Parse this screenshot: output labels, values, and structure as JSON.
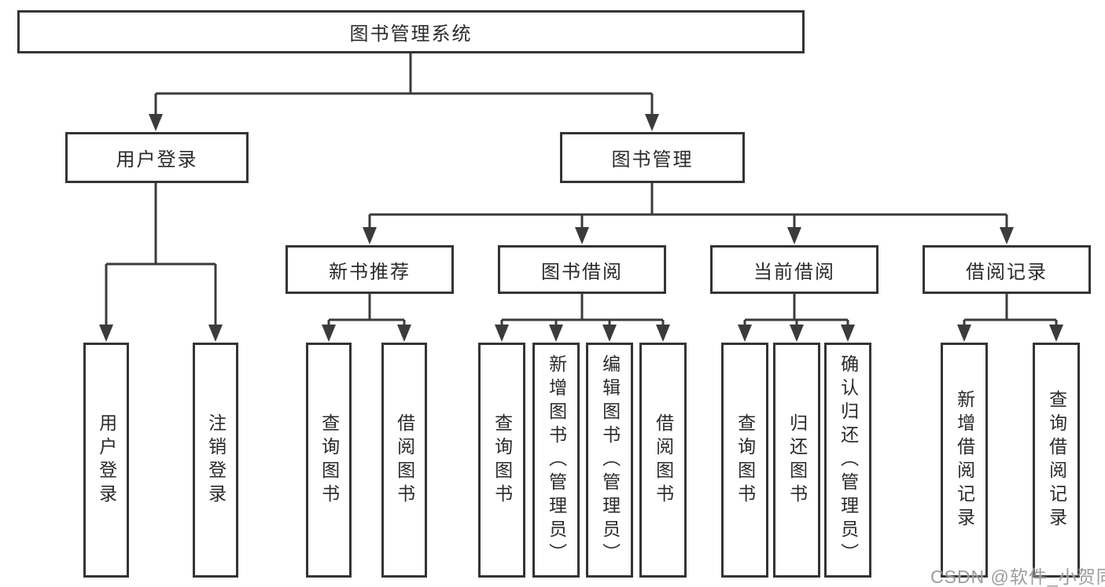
{
  "diagram": {
    "type": "hierarchy-flowchart",
    "root": {
      "label": "图书管理系统",
      "children": [
        {
          "label": "用户登录",
          "children": [
            {
              "label": "用户登录"
            },
            {
              "label": "注销登录"
            }
          ]
        },
        {
          "label": "图书管理",
          "children": [
            {
              "label": "新书推荐",
              "children": [
                {
                  "label": "查询图书"
                },
                {
                  "label": "借阅图书"
                }
              ]
            },
            {
              "label": "图书借阅",
              "children": [
                {
                  "label": "查询图书"
                },
                {
                  "label": "新增图书（管理员）"
                },
                {
                  "label": "编辑图书（管理员）"
                },
                {
                  "label": "借阅图书"
                }
              ]
            },
            {
              "label": "当前借阅",
              "children": [
                {
                  "label": "查询图书"
                },
                {
                  "label": "归还图书"
                },
                {
                  "label": "确认归还（管理员）"
                }
              ]
            },
            {
              "label": "借阅记录",
              "children": [
                {
                  "label": "新增借阅记录"
                },
                {
                  "label": "查询借阅记录"
                }
              ]
            }
          ]
        }
      ]
    }
  },
  "watermark": {
    "text": "CSDN @软件_小贺同学"
  },
  "colors": {
    "line": "#3b3b3b",
    "box_border": "#343434",
    "text": "#2a2a2a",
    "background": "#ffffff",
    "watermark_gray": "#949494"
  }
}
